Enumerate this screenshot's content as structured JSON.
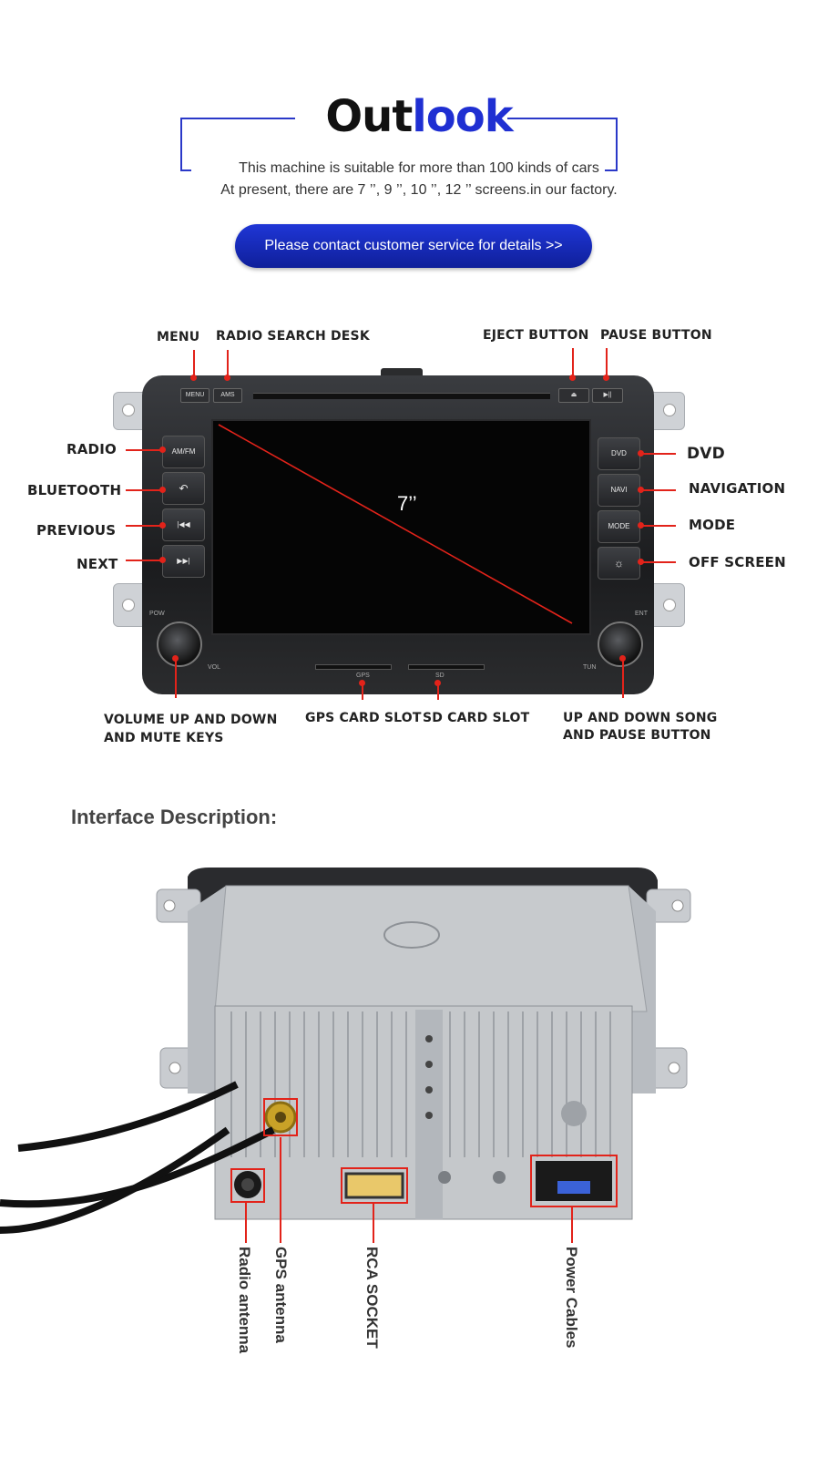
{
  "header": {
    "title_part1": "Out",
    "title_part2": "look",
    "subtitle1": "This machine is suitable for more than 100 kinds of cars",
    "subtitle2": "At present, there are 7 ’’, 9 ’’, 10 ’’, 12 ’’ screens.in our factory.",
    "cta_label": "Please contact customer service for details >>"
  },
  "front": {
    "labels": {
      "menu": "MENU",
      "radio_search": "RADIO SEARCH DESK",
      "eject": "EJECT BUTTON",
      "pause": "PAUSE BUTTON",
      "radio": "RADIO",
      "bluetooth": "BLUETOOTH",
      "previous": "PREVIOUS",
      "next": "NEXT",
      "dvd": "DVD",
      "navigation": "NAVIGATION",
      "mode": "MODE",
      "off_screen": "OFF SCREEN",
      "volume_line1": "VOLUME UP AND DOWN",
      "volume_line2": "AND MUTE KEYS",
      "gps_slot": "GPS CARD SLOT",
      "sd_slot": "SD CARD SLOT",
      "song_line1": "UP AND DOWN SONG",
      "song_line2": "AND PAUSE BUTTON"
    },
    "device": {
      "screen_size": "7’’",
      "btn_menu": "MENU",
      "btn_ams": "AMS",
      "btn_eject": "⏏",
      "btn_playpause": "▶||",
      "btn_amfm": "AM/FM",
      "btn_call": "↶",
      "btn_prev": "|◀◀",
      "btn_next": "▶▶|",
      "btn_dvd": "DVD",
      "btn_navi": "NAVI",
      "btn_mode": "MODE",
      "btn_light": "☼",
      "pow": "POW",
      "vol": "VOL",
      "ent": "ENT",
      "tun": "TUN",
      "gps": "GPS",
      "sd": "SD"
    }
  },
  "back": {
    "section_title": "Interface Description:",
    "radio_antenna": "Radio antenna",
    "gps_antenna": "GPS antenna",
    "rca_socket": "RCA SOCKET",
    "power_cables": "Power Cables"
  },
  "colors": {
    "accent": "#1f2fd2",
    "callout": "#e2231a",
    "cta": "#1a2fc8"
  }
}
